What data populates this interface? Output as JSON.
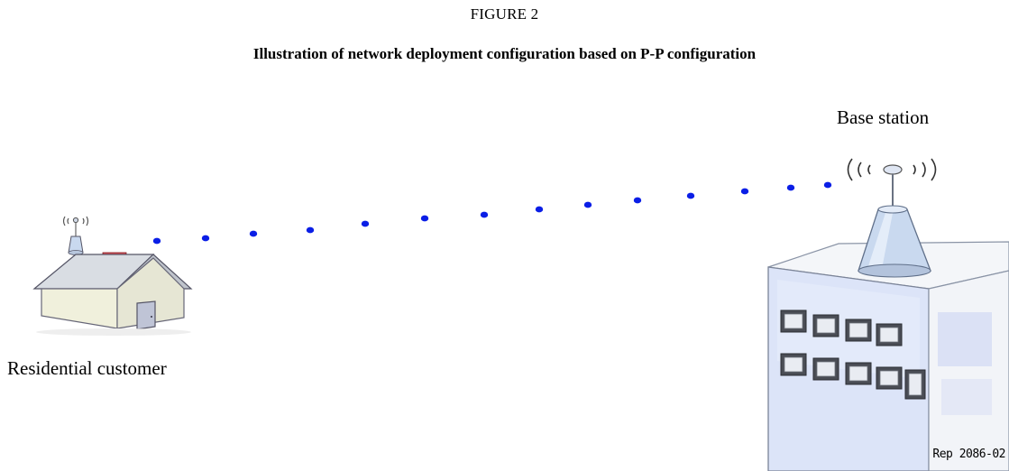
{
  "figure": {
    "number": "FIGURE 2",
    "title": "Illustration of network deployment configuration based on P-P configuration",
    "reference": "Rep 2086-02"
  },
  "nodes": {
    "base_station": {
      "label": "Base station",
      "icon": "office-building-with-antenna-icon"
    },
    "customer": {
      "label": "Residential customer",
      "icon": "house-with-antenna-icon"
    }
  },
  "link": {
    "style": "dotted",
    "color": "#0a1ee6",
    "icon": "wireless-link"
  },
  "colors": {
    "building_front": "#dce4f8",
    "building_side": "#f2f4f8",
    "antenna_dome": "#c9d9ef",
    "house_wall": "#f0f0dc",
    "chimney": "#d0242c"
  }
}
